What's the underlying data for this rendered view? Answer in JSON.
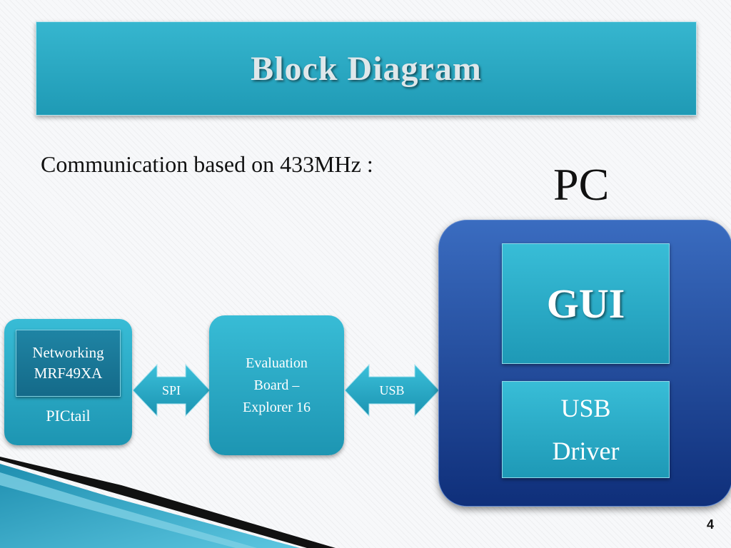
{
  "slide": {
    "title": "Block Diagram",
    "subtitle": "Communication based on 433MHz :",
    "page_number": "4"
  },
  "blocks": {
    "pictail": {
      "inner_line1": "Networking",
      "inner_line2": "MRF49XA",
      "label": "PICtail"
    },
    "evaluation_board": {
      "line1": "Evaluation",
      "line2": "Board –",
      "line3": "Explorer 16"
    },
    "pc": {
      "label": "PC",
      "gui": "GUI",
      "usb_driver_line1": "USB",
      "usb_driver_line2": "Driver"
    }
  },
  "connections": {
    "spi": "SPI",
    "usb": "USB"
  },
  "colors": {
    "teal": "#2aa9c6",
    "dark_blue": "#163c8a",
    "title_text": "#dfe7ea"
  }
}
